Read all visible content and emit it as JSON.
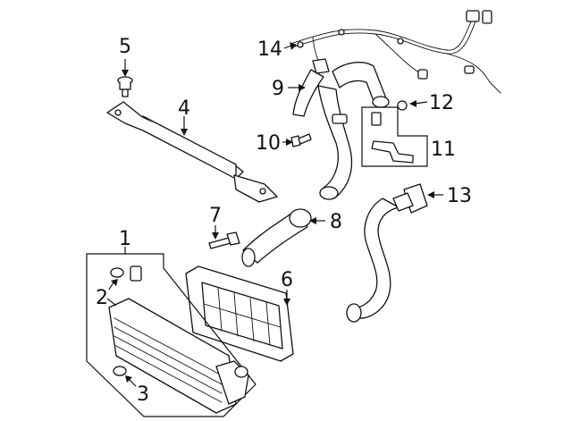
{
  "callouts": [
    "1",
    "2",
    "3",
    "4",
    "5",
    "6",
    "7",
    "8",
    "9",
    "10",
    "11",
    "12",
    "13",
    "14"
  ],
  "colors": {
    "line": "#111111",
    "background": "#ffffff"
  }
}
